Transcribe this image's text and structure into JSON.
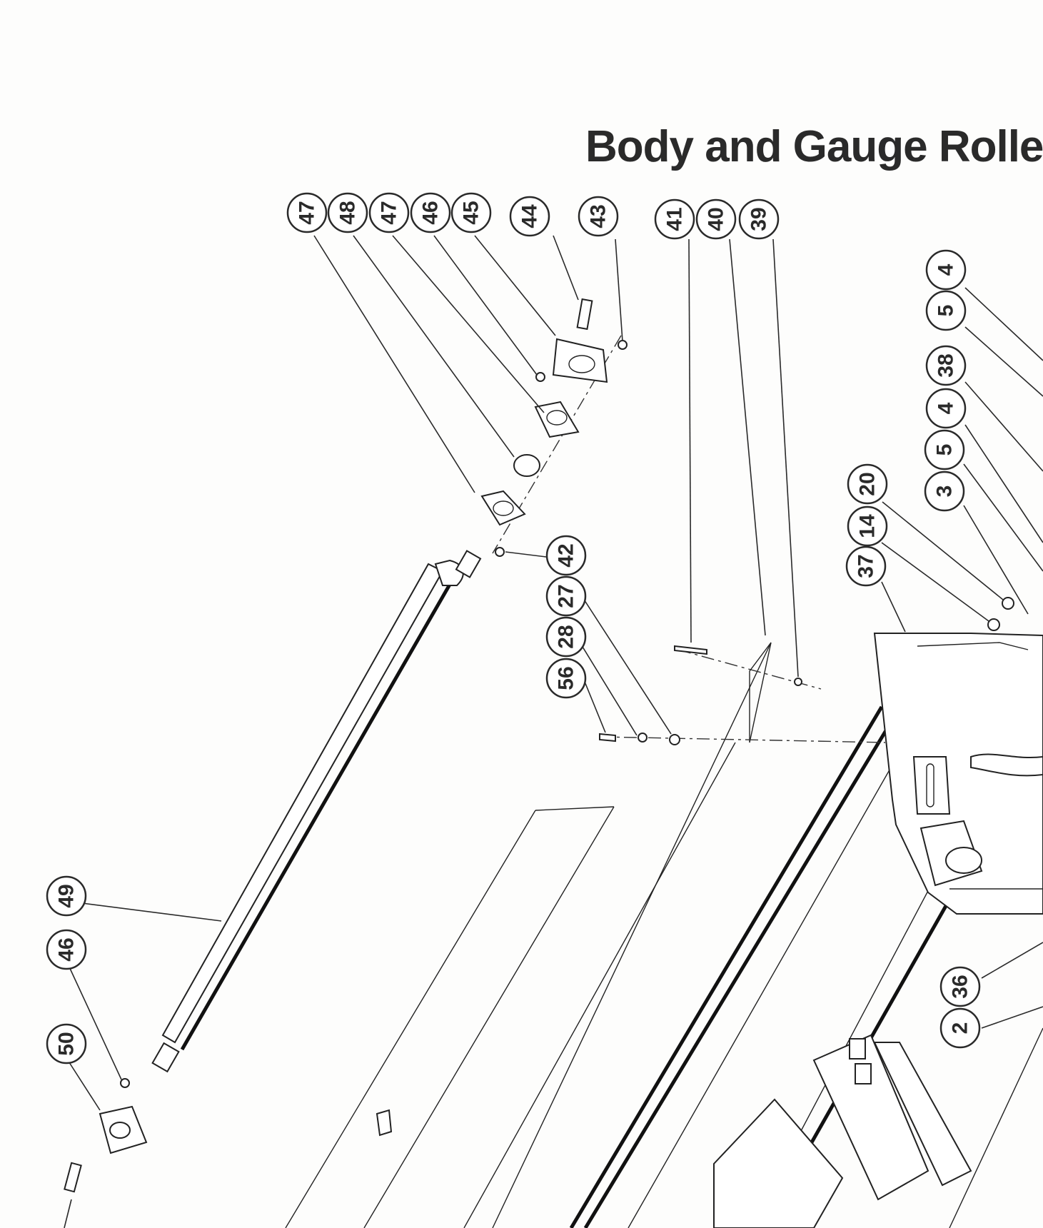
{
  "title": "Body and Gauge Roller",
  "callouts": [
    "47",
    "48",
    "47",
    "46",
    "45",
    "44",
    "43",
    "41",
    "40",
    "39",
    "4",
    "5",
    "38",
    "4",
    "5",
    "3",
    "20",
    "14",
    "37",
    "42",
    "27",
    "28",
    "56",
    "49",
    "46",
    "50",
    "36",
    "2"
  ]
}
